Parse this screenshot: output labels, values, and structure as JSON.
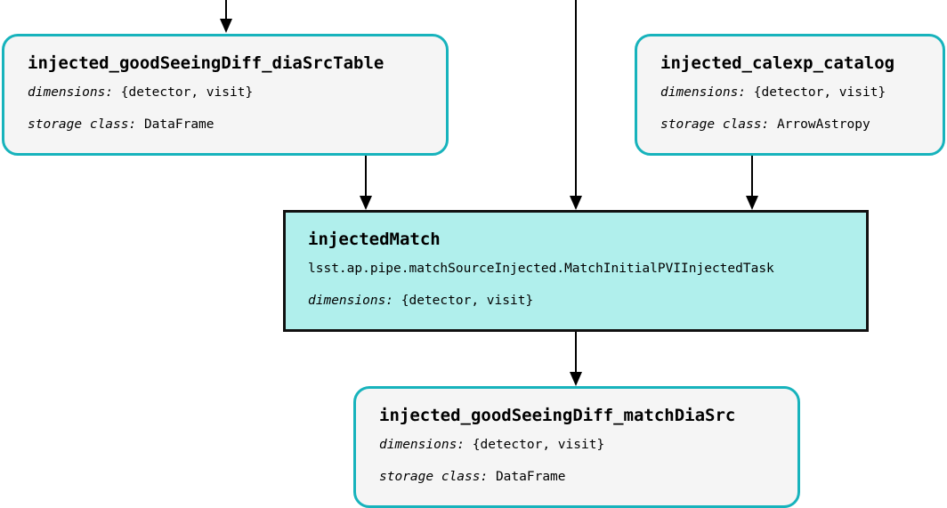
{
  "colors": {
    "dataset_border": "#17b3bc",
    "dataset_fill": "#f5f5f5",
    "task_border": "#111111",
    "task_fill": "#b0efec",
    "edge": "#000000"
  },
  "labels": {
    "dimensions": "dimensions:",
    "storage_class": "storage class:"
  },
  "nodes": {
    "diasrc": {
      "title": "injected_goodSeeingDiff_diaSrcTable",
      "dimensions": "{detector, visit}",
      "storage_class": "DataFrame"
    },
    "calexp": {
      "title": "injected_calexp_catalog",
      "dimensions": "{detector, visit}",
      "storage_class": "ArrowAstropy"
    },
    "task": {
      "title": "injectedMatch",
      "class_path": "lsst.ap.pipe.matchSourceInjected.MatchInitialPVIInjectedTask",
      "dimensions": "{detector, visit}"
    },
    "matchdiasrc": {
      "title": "injected_goodSeeingDiff_matchDiaSrc",
      "dimensions": "{detector, visit}",
      "storage_class": "DataFrame"
    }
  },
  "edges": [
    {
      "from": "(offscreen)",
      "to": "diasrc"
    },
    {
      "from": "(offscreen)",
      "to": "task"
    },
    {
      "from": "diasrc",
      "to": "task"
    },
    {
      "from": "calexp",
      "to": "task"
    },
    {
      "from": "task",
      "to": "matchdiasrc"
    }
  ]
}
